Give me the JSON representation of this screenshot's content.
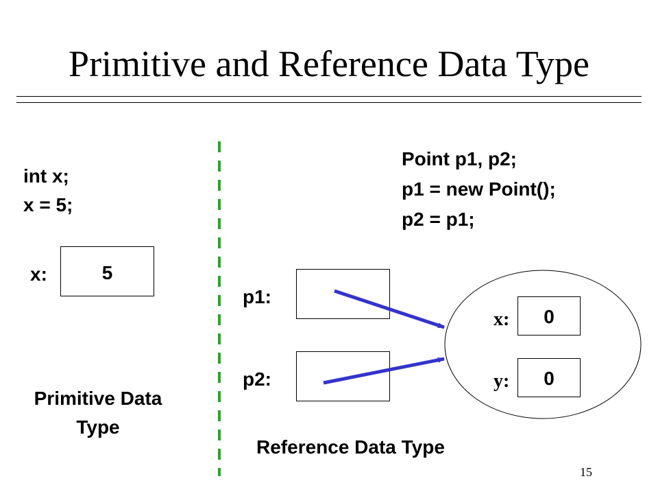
{
  "slide": {
    "title": "Primitive and Reference Data Type",
    "page_number": "15"
  },
  "primitive": {
    "code": [
      "int x;",
      "x = 5;"
    ],
    "var_label": "x:",
    "var_value": "5",
    "caption": "Primitive Data Type"
  },
  "reference": {
    "code": [
      "Point p1, p2;",
      "p1 = new Point();",
      "p2 = p1;"
    ],
    "p1_label": "p1:",
    "p2_label": "p2:",
    "object": {
      "x_label": "x:",
      "x_value": "0",
      "y_label": "y:",
      "y_value": "0"
    },
    "caption": "Reference Data Type"
  },
  "colors": {
    "arrow": "#3333cc",
    "divider": "#22aa22"
  }
}
